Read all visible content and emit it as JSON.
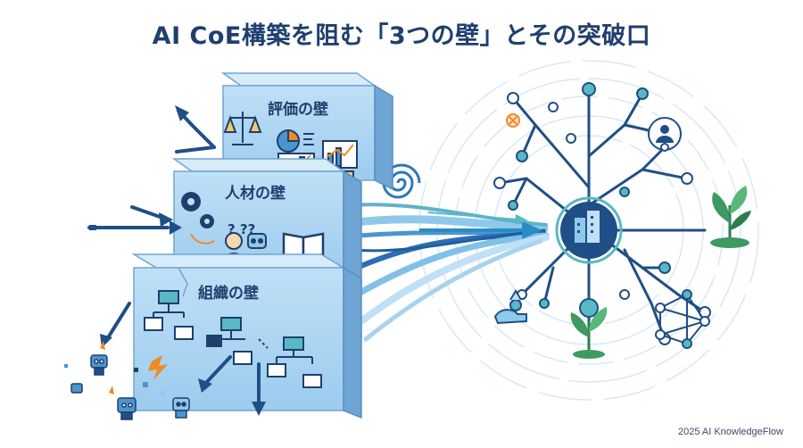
{
  "title": "AI CoE構築を阻む「3つの壁」とその突破口",
  "walls": {
    "evaluation": "評価の壁",
    "talent": "人材の壁",
    "organization": "組織の壁"
  },
  "talent_wall_marks": "? ??",
  "footer": "2025 AI KnowledgeFlow",
  "icons": [
    "scale-icon",
    "pie-chart-icon",
    "bar-chart-icon",
    "gear-icon",
    "person-icon",
    "robot-icon",
    "book-icon",
    "org-chart-icon",
    "building-icon",
    "plant-icon",
    "network-icon",
    "robot-hand-icon",
    "spiral-icon"
  ],
  "colors": {
    "navy": "#1f3f6e",
    "wall": "#a9d2f0",
    "wall_dark": "#6fa5d4",
    "accent_orange": "#f08a24",
    "teal": "#58b9c4",
    "green": "#3f9a62"
  }
}
